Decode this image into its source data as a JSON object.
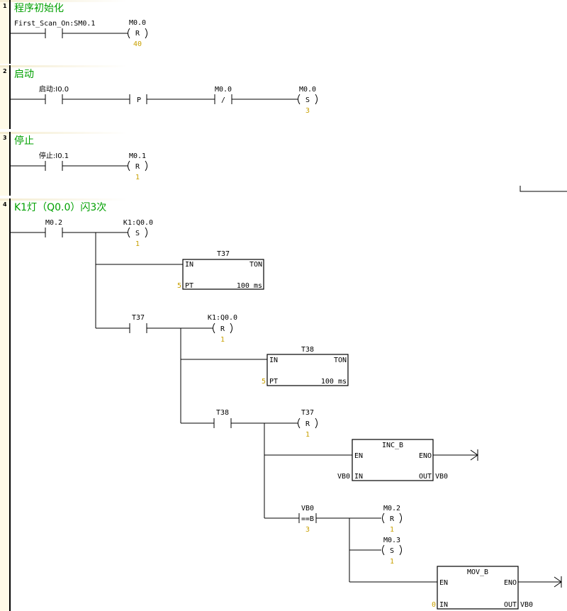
{
  "networks": [
    {
      "number": "1",
      "title": "程序初始化",
      "contacts": [
        {
          "label": "First_Scan_On:SM0.1"
        }
      ],
      "coils": [
        {
          "address": "M0.0",
          "type": "R",
          "count": "40"
        }
      ]
    },
    {
      "number": "2",
      "title": "启动",
      "contacts": [
        {
          "label": "启动:I0.0"
        },
        {
          "label": "P"
        },
        {
          "label": "M0.0",
          "negated": "/"
        }
      ],
      "coils": [
        {
          "address": "M0.0",
          "type": "S",
          "count": "3"
        }
      ]
    },
    {
      "number": "3",
      "title": "停止",
      "contacts": [
        {
          "label": "停止:I0.1"
        }
      ],
      "coils": [
        {
          "address": "M0.1",
          "type": "R",
          "count": "1"
        }
      ]
    },
    {
      "number": "4",
      "title": "K1灯（Q0.0）闪3次",
      "contacts": [
        {
          "label": "M0.2"
        },
        {
          "label": "T37"
        },
        {
          "label": "T38"
        },
        {
          "label": "VB0",
          "compare": "==B",
          "value": "3"
        }
      ],
      "coils": [
        {
          "address": "K1:Q0.0",
          "type": "S",
          "count": "1"
        },
        {
          "address": "K1:Q0.0",
          "type": "R",
          "count": "1"
        },
        {
          "address": "T37",
          "type": "R",
          "count": "1"
        },
        {
          "address": "M0.2",
          "type": "R",
          "count": "1"
        },
        {
          "address": "M0.3",
          "type": "S",
          "count": "1"
        }
      ],
      "boxes": [
        {
          "name": "T37",
          "in": "IN",
          "type": "TON",
          "pt": "PT",
          "preset": "5",
          "base": "100 ms"
        },
        {
          "name": "T38",
          "in": "IN",
          "type": "TON",
          "pt": "PT",
          "preset": "5",
          "base": "100 ms"
        },
        {
          "name": "INC_B",
          "en": "EN",
          "eno": "ENO",
          "in": "IN",
          "out": "OUT",
          "in_value": "VB0",
          "out_value": "VB0"
        },
        {
          "name": "MOV_B",
          "en": "EN",
          "eno": "ENO",
          "in": "IN",
          "out": "OUT",
          "in_value": "0",
          "out_value": "VB0"
        }
      ]
    }
  ],
  "colors": {
    "title": "#00a000",
    "value": "#c8a000",
    "gutter": "#fffbe8"
  }
}
